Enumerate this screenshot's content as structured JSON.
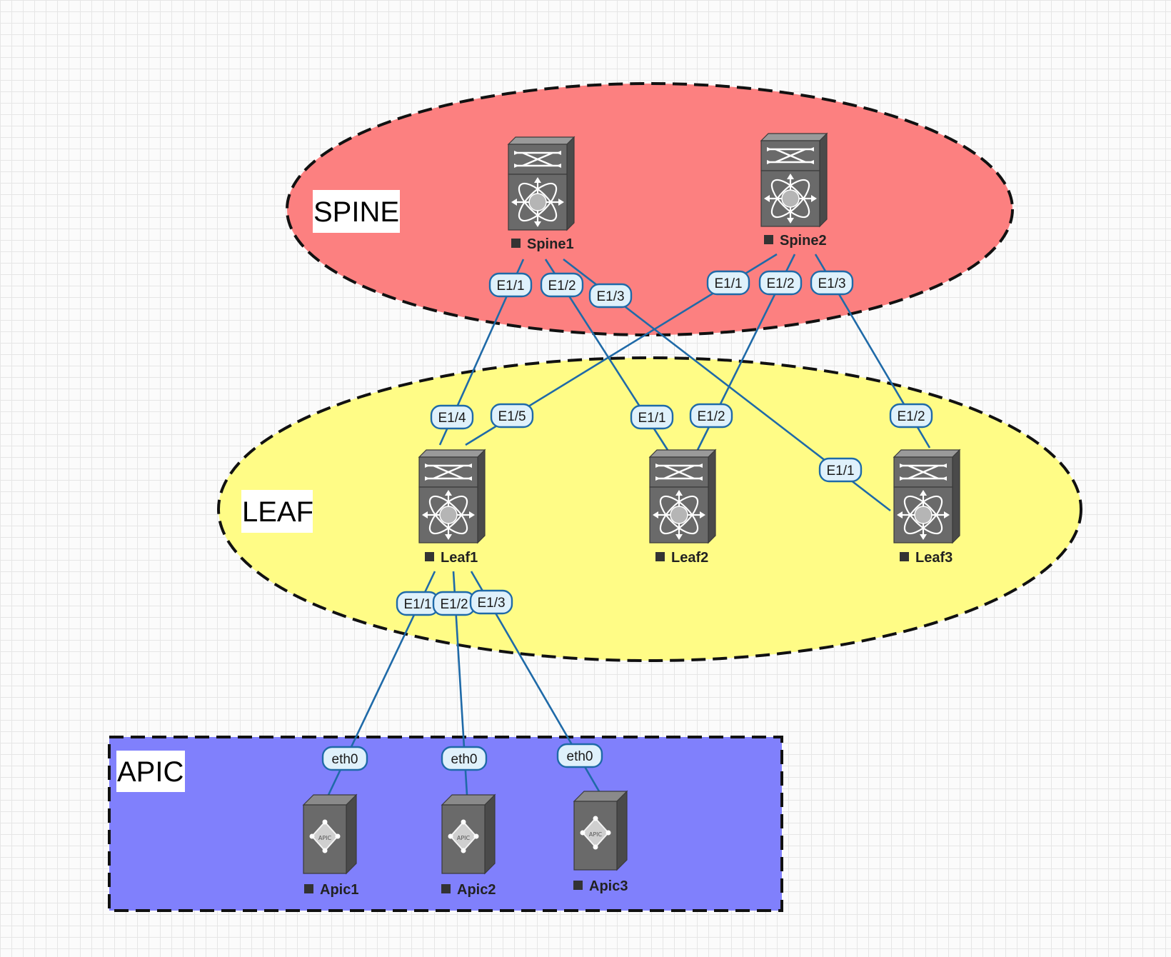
{
  "zones": {
    "spine": {
      "label": "SPINE",
      "color": "#fc8080"
    },
    "leaf": {
      "label": "LEAF",
      "color": "#fffc86"
    },
    "apic": {
      "label": "APIC",
      "color": "#8080fc"
    }
  },
  "nodes": [
    {
      "id": "spine1",
      "label": "Spine1",
      "icon": "nexus-switch-icon"
    },
    {
      "id": "spine2",
      "label": "Spine2",
      "icon": "nexus-switch-icon"
    },
    {
      "id": "leaf1",
      "label": "Leaf1",
      "icon": "nexus-switch-icon"
    },
    {
      "id": "leaf2",
      "label": "Leaf2",
      "icon": "nexus-switch-icon"
    },
    {
      "id": "leaf3",
      "label": "Leaf3",
      "icon": "nexus-switch-icon"
    },
    {
      "id": "apic1",
      "label": "Apic1",
      "icon": "apic-server-icon"
    },
    {
      "id": "apic2",
      "label": "Apic2",
      "icon": "apic-server-icon"
    },
    {
      "id": "apic3",
      "label": "Apic3",
      "icon": "apic-server-icon"
    }
  ],
  "links": [
    {
      "from": "spine1",
      "from_port": "E1/1",
      "to": "leaf1",
      "to_port": "E1/4"
    },
    {
      "from": "spine1",
      "from_port": "E1/2",
      "to": "leaf2",
      "to_port": "E1/1"
    },
    {
      "from": "spine1",
      "from_port": "E1/3",
      "to": "leaf3",
      "to_port": "E1/1"
    },
    {
      "from": "spine2",
      "from_port": "E1/1",
      "to": "leaf1",
      "to_port": "E1/5"
    },
    {
      "from": "spine2",
      "from_port": "E1/2",
      "to": "leaf2",
      "to_port": "E1/2"
    },
    {
      "from": "spine2",
      "from_port": "E1/3",
      "to": "leaf3",
      "to_port": "E1/2"
    },
    {
      "from": "leaf1",
      "from_port": "E1/1",
      "to": "apic1",
      "to_port": "eth0"
    },
    {
      "from": "leaf1",
      "from_port": "E1/2",
      "to": "apic2",
      "to_port": "eth0"
    },
    {
      "from": "leaf1",
      "from_port": "E1/3",
      "to": "apic3",
      "to_port": "eth0"
    }
  ],
  "apic_logo_text": "APIC",
  "colors": {
    "link": "#1f6aa8",
    "port_badge_fill": "#dff1fb",
    "port_badge_stroke": "#1f6aa8",
    "device_body": "#666666"
  }
}
